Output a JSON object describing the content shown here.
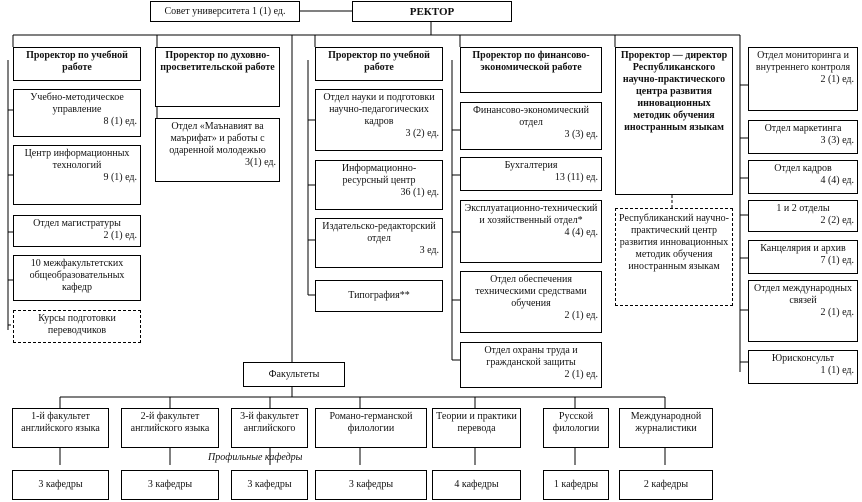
{
  "council": "Совет университета 1 (1) ед.",
  "rector": "РЕКТОР",
  "prorector_edu1": "Проректор по учебной работе",
  "prorector_spirit": "Проректор по духовно-просветительской работе",
  "prorector_edu2": "Проректор по учебной работе",
  "prorector_fin": "Проректор по финансово-экономической работе",
  "prorector_center": "Проректор — директор Республиканского научно-практического центра развития инновационных методик обучения иностранным языкам",
  "col1": [
    {
      "name": "Учебно-методическое управление",
      "count": "8 (1) ед."
    },
    {
      "name": "Центр информационных технологий",
      "count": "9 (1) ед."
    },
    {
      "name": "Отдел магистратуры",
      "count": "2 (1) ед."
    },
    {
      "name": "10 межфакультетских общеобразовательных кафедр",
      "count": ""
    }
  ],
  "col1_dashed": "Курсы подготовки переводчиков",
  "col2": {
    "name": "Отдел «Маънавият ва маърифат» и работы с одаренной молодежью",
    "count": "3(1) ед."
  },
  "col3": [
    {
      "name": "Отдел науки и подготовки научно-педагогических кадров",
      "count": "3 (2) ед."
    },
    {
      "name": "Информационно-ресурсный центр",
      "count": "36 (1) ед."
    },
    {
      "name": "Издательско-редакторский отдел",
      "count": "3 ед."
    },
    {
      "name": "Типография**",
      "count": ""
    }
  ],
  "col4": [
    {
      "name": "Финансово-экономический отдел",
      "count": "3 (3) ед."
    },
    {
      "name": "Бухгалтерия",
      "count": "13 (11) ед."
    },
    {
      "name": "Эксплуатационно-технический и хозяйственный отдел*",
      "count": "4 (4) ед."
    },
    {
      "name": "Отдел обеспечения техническими средствами обучения",
      "count": "2 (1) ед."
    },
    {
      "name": "Отдел охраны труда и гражданской защиты",
      "count": "2 (1) ед."
    }
  ],
  "col5_dashed": "Республиканский научно-практический центр развития инновационных методик обучения иностранным языкам",
  "col6": [
    {
      "name": "Отдел мониторинга и внутреннего контроля",
      "count": "2 (1) ед."
    },
    {
      "name": "Отдел маркетинга",
      "count": "3 (3) ед."
    },
    {
      "name": "Отдел кадров",
      "count": "4 (4) ед."
    },
    {
      "name": "1 и 2 отделы",
      "count": "2 (2) ед."
    },
    {
      "name": "Канцелярия и архив",
      "count": "7 (1) ед."
    },
    {
      "name": "Отдел международных связей",
      "count": "2 (1) ед."
    },
    {
      "name": "Юрисконсульт",
      "count": "1 (1) ед."
    }
  ],
  "faculties_label": "Факультеты",
  "faculties": [
    "1-й факультет английского языка",
    "2-й факультет английского языка",
    "3-й факультет английского",
    "Романо-германской филологии",
    "Теории и практики перевода",
    "Русской филологии",
    "Международной журналистики"
  ],
  "departments": [
    "3 кафедры",
    "3 кафедры",
    "3 кафедры",
    "3 кафедры",
    "4 кафедры",
    "1 кафедры",
    "2 кафедры"
  ],
  "profile_note": "Профильные кафедры"
}
